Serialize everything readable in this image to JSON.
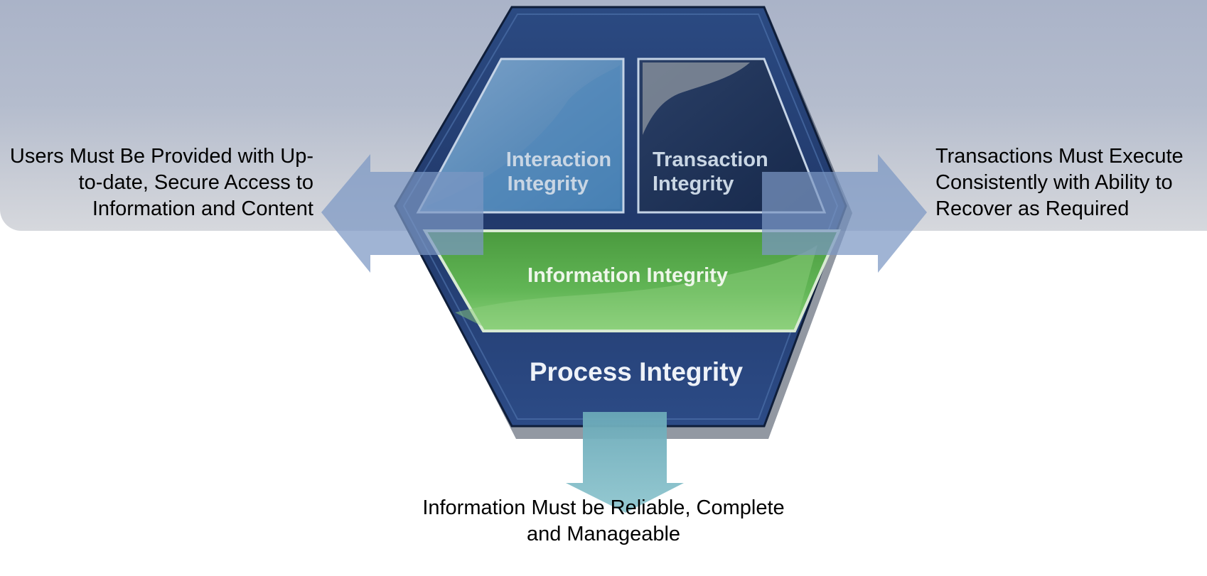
{
  "segments": {
    "interaction": {
      "line1": "Interaction",
      "line2": "Integrity"
    },
    "transaction": {
      "line1": "Transaction",
      "line2": "Integrity"
    },
    "information": "Information Integrity",
    "process": "Process Integrity"
  },
  "captions": {
    "left": "Users Must Be Provided with Up-to-date, Secure Access to Information and Content",
    "right": "Transactions Must Execute Consistently with Ability to Recover as Required",
    "bottom": "Information Must be Reliable, Complete and Manageable"
  },
  "colors": {
    "hex_dark": "#1f3a6e",
    "hex_light": "#3f63a0",
    "interaction_panel": "#5f8fbf",
    "transaction_panel": "#1c2f55",
    "information_panel": "#55a84a",
    "arrow_side": "#7b97c4",
    "arrow_bottom": "#6fb3c2"
  }
}
